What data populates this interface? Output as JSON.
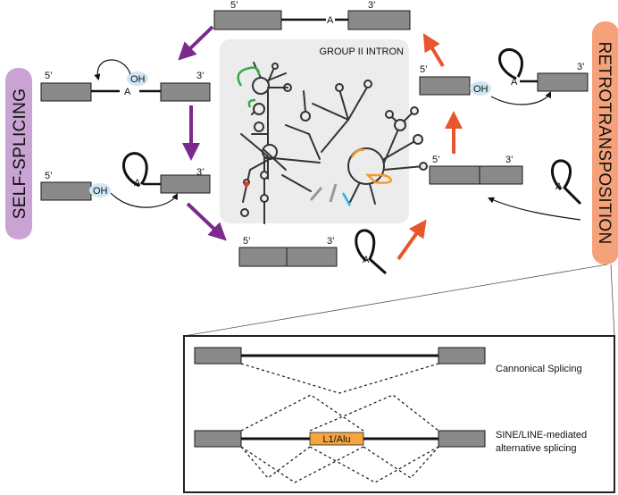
{
  "labels": {
    "group_ii_intron": "GROUP II INTRON",
    "self_splicing": "SELF-SPLICING",
    "retrotransposition": "RETROTRANSPOSITION",
    "five_prime": "5’",
    "three_prime": "3’",
    "branch_a": "A",
    "oh": "OH",
    "canonical": "Cannonical Splicing",
    "sine_line_1": "SINE/LINE-mediated",
    "sine_line_2": "alternative splicing",
    "l1_alu": "L1/Alu"
  },
  "colors": {
    "self_splicing_bg": "#c9a3d3",
    "retro_bg": "#f5a27a",
    "purple_arrow": "#7b2a8c",
    "red_arrow": "#e8552f",
    "exon": "#8a8a8a",
    "oh_bubble": "#cfe6f4",
    "intron_panel": "#ececec",
    "l1_alu": "#f4a640",
    "green_loop": "#3aa845",
    "orange_loop": "#f29a30",
    "cyan_loop": "#29b2e0",
    "red_dot": "#e03a2a"
  }
}
